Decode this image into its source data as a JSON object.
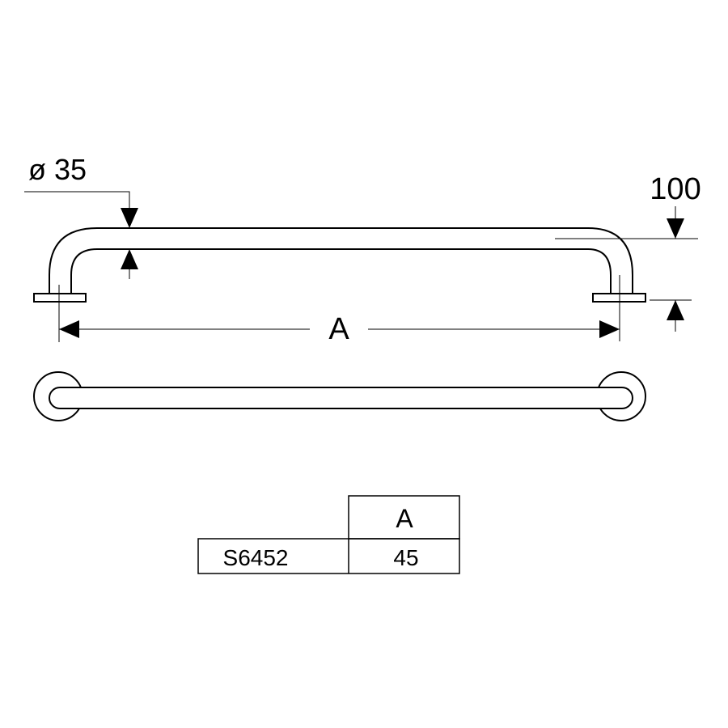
{
  "drawing": {
    "diameter_label": "ø 35",
    "projection_label": "100",
    "length_label": "A"
  },
  "table": {
    "header": [
      "",
      "A"
    ],
    "rows": [
      [
        "S6452",
        "45"
      ]
    ]
  },
  "colors": {
    "line": "#000000",
    "background": "#ffffff"
  }
}
